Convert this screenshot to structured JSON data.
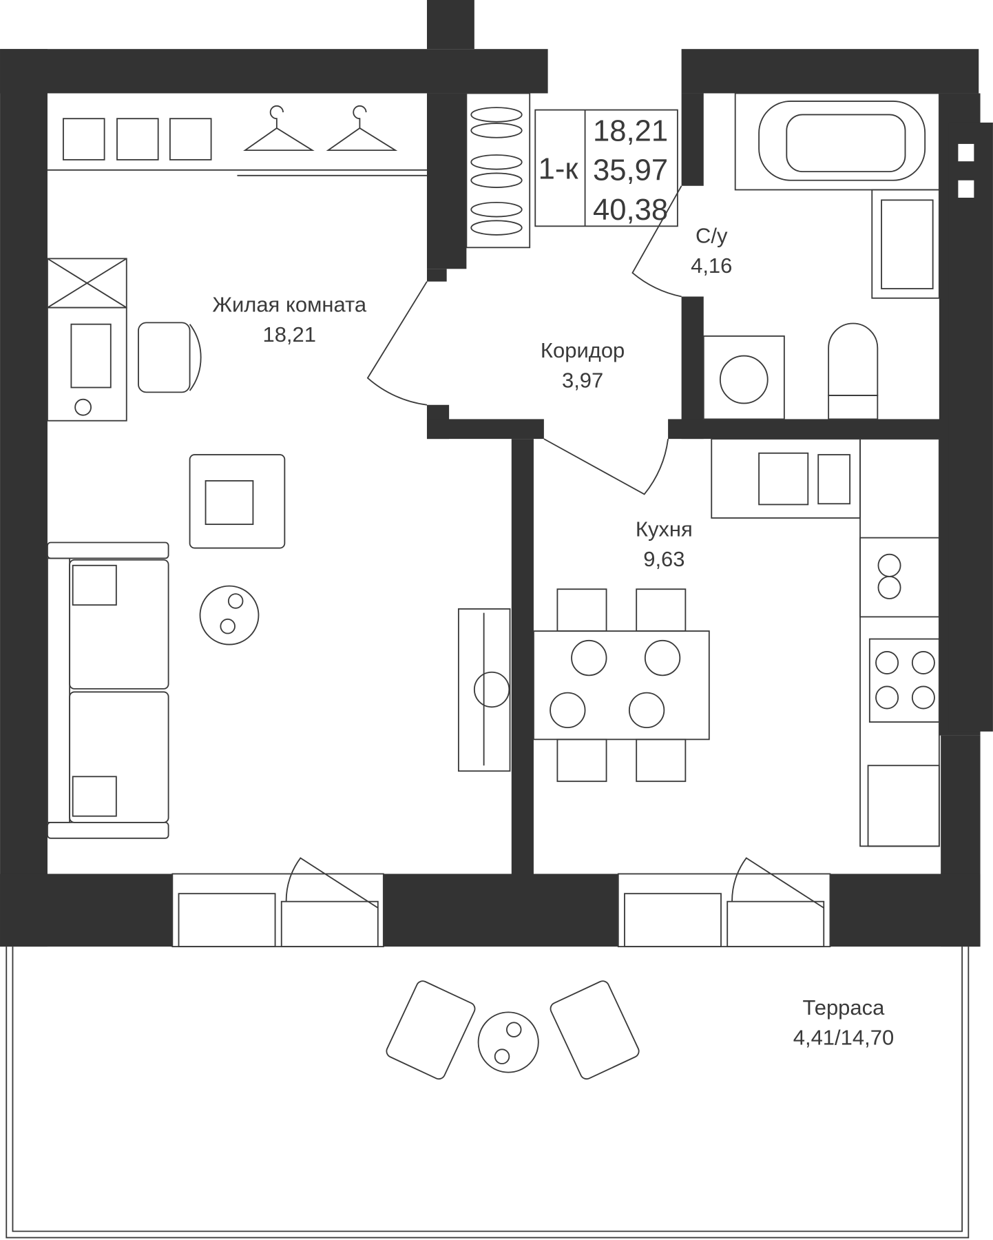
{
  "plan": {
    "apartment_type": "1-к",
    "areas": [
      "18,21",
      "35,97",
      "40,38"
    ],
    "rooms": [
      {
        "name": "Жилая комната",
        "area": "18,21"
      },
      {
        "name": "Коридор",
        "area": "3,97"
      },
      {
        "name": "С/у",
        "area": "4,16"
      },
      {
        "name": "Кухня",
        "area": "9,63"
      },
      {
        "name": "Терраса",
        "area": "4,41/14,70"
      }
    ],
    "colors": {
      "wall": "#333333",
      "line": "#3a3a3a",
      "background": "#ffffff"
    }
  }
}
